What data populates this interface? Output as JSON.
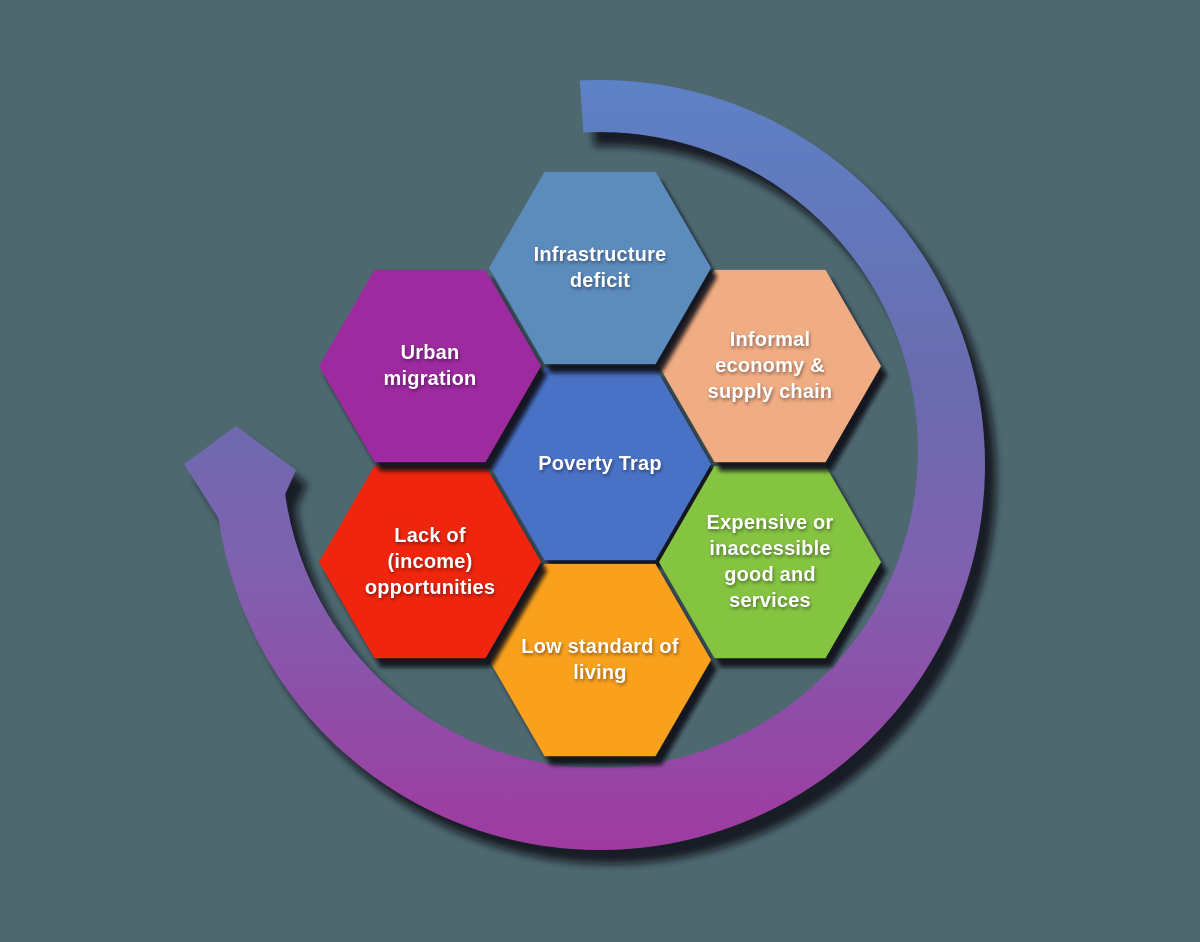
{
  "diagram": {
    "background_color": "#4D686F",
    "center_hexagon": {
      "label": "Poverty Trap",
      "color": "#4A72C6"
    },
    "hexagons": [
      {
        "id": "infrastructure-deficit",
        "position": "top",
        "label": "Infrastructure deficit",
        "color": "#5C8CBC"
      },
      {
        "id": "informal-economy",
        "position": "top-right",
        "label": "Informal economy & supply chain",
        "color": "#F0AC83"
      },
      {
        "id": "expensive-goods",
        "position": "bottom-right",
        "label": "Expensive or inaccessible good and services",
        "color": "#85C441"
      },
      {
        "id": "low-standard-of-living",
        "position": "bottom",
        "label": "Low standard of living",
        "color": "#F9A11B"
      },
      {
        "id": "lack-of-income",
        "position": "bottom-left",
        "label": "Lack of (income) opportunities",
        "color": "#EF2511"
      },
      {
        "id": "urban-migration",
        "position": "top-left",
        "label": "Urban migration",
        "color": "#9D2C9F"
      }
    ],
    "cycle_arrow": {
      "direction": "clockwise",
      "gradient": {
        "start": "#5D82C6",
        "mid1": "#6A6BAE",
        "mid2": "#7E62AF",
        "end": "#A03AA0"
      },
      "shadow_color": "#0D0718"
    }
  }
}
